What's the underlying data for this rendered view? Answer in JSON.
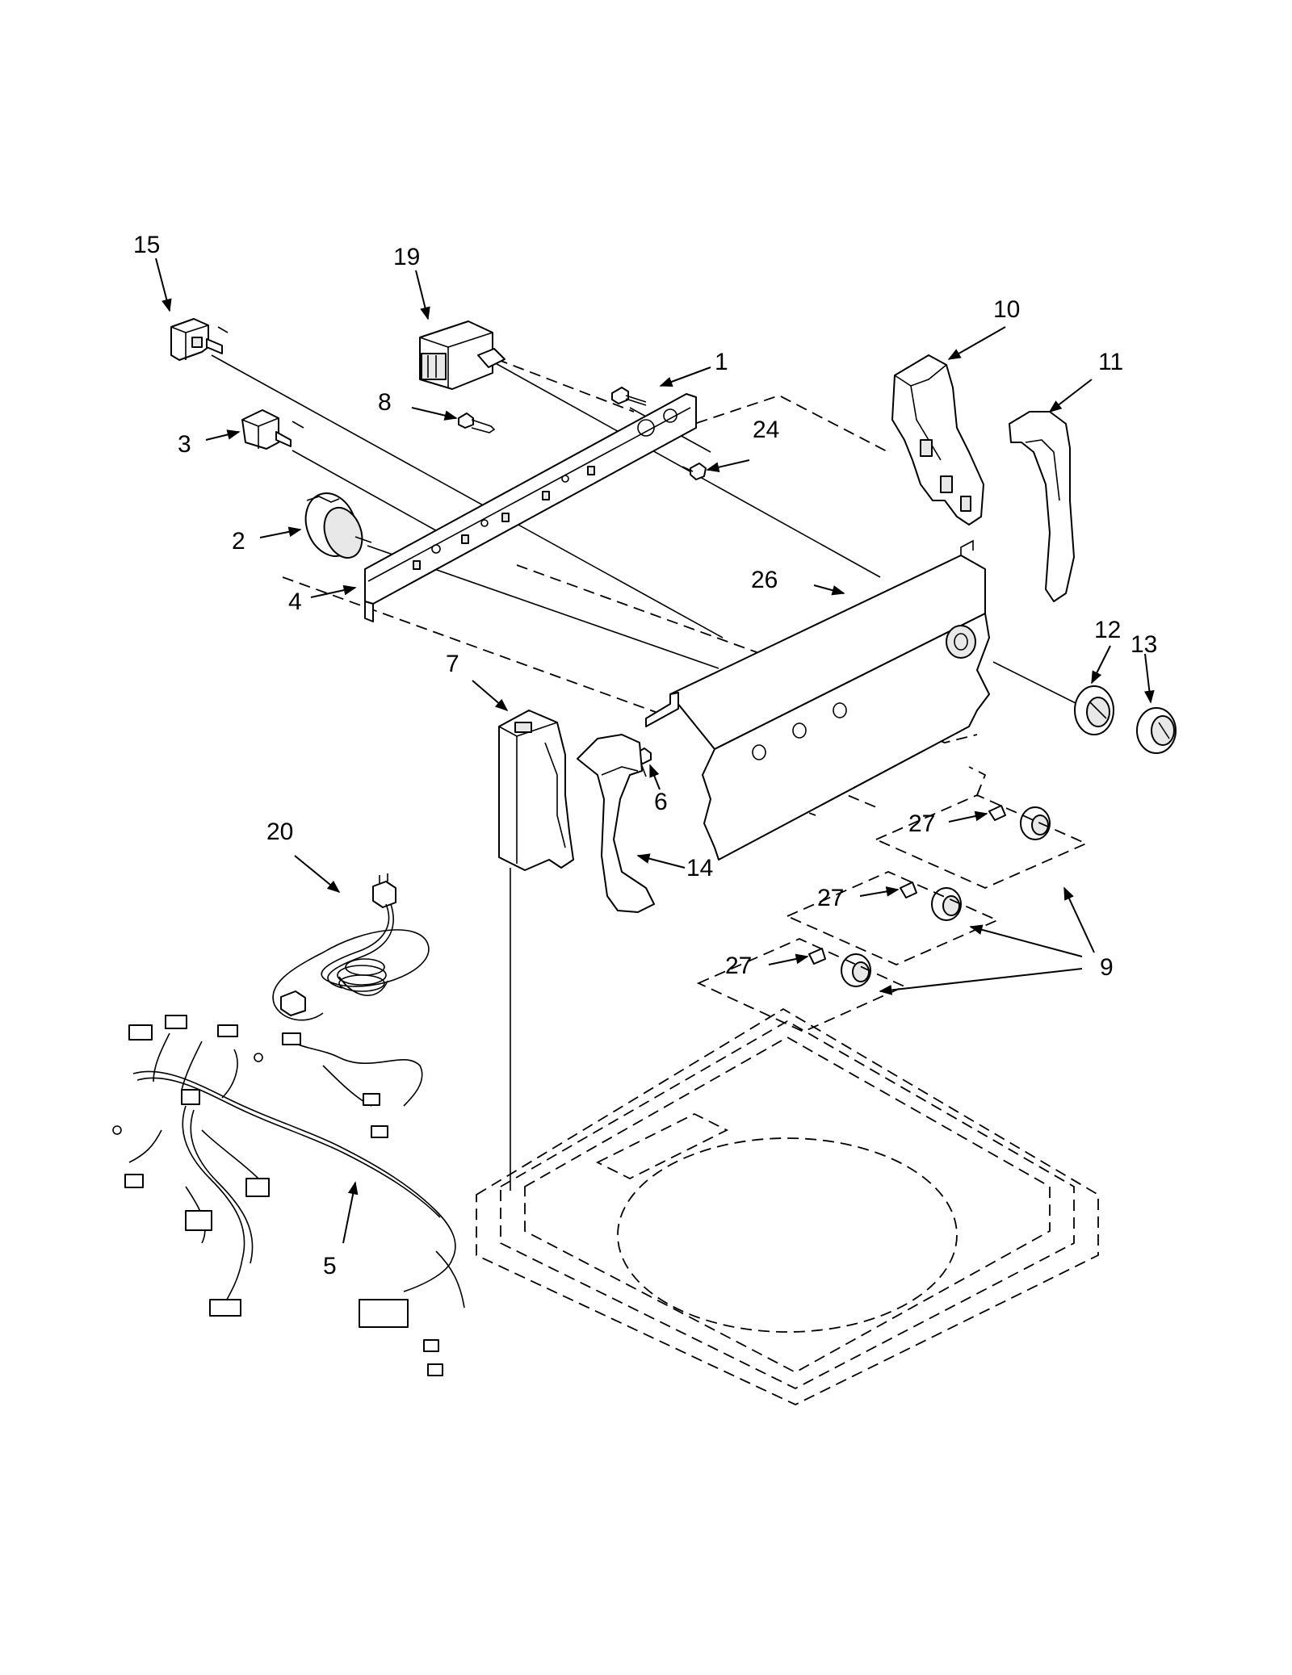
{
  "callouts": [
    {
      "id": "15",
      "text": "15"
    },
    {
      "id": "19",
      "text": "19"
    },
    {
      "id": "1",
      "text": "1"
    },
    {
      "id": "8",
      "text": "8"
    },
    {
      "id": "10",
      "text": "10"
    },
    {
      "id": "11",
      "text": "11"
    },
    {
      "id": "3",
      "text": "3"
    },
    {
      "id": "24",
      "text": "24"
    },
    {
      "id": "2",
      "text": "2"
    },
    {
      "id": "4",
      "text": "4"
    },
    {
      "id": "26",
      "text": "26"
    },
    {
      "id": "12",
      "text": "12"
    },
    {
      "id": "13",
      "text": "13"
    },
    {
      "id": "7",
      "text": "7"
    },
    {
      "id": "6",
      "text": "6"
    },
    {
      "id": "20",
      "text": "20"
    },
    {
      "id": "14",
      "text": "14"
    },
    {
      "id": "27a",
      "text": "27"
    },
    {
      "id": "27b",
      "text": "27"
    },
    {
      "id": "27c",
      "text": "27"
    },
    {
      "id": "9",
      "text": "9"
    },
    {
      "id": "5",
      "text": "5"
    }
  ]
}
